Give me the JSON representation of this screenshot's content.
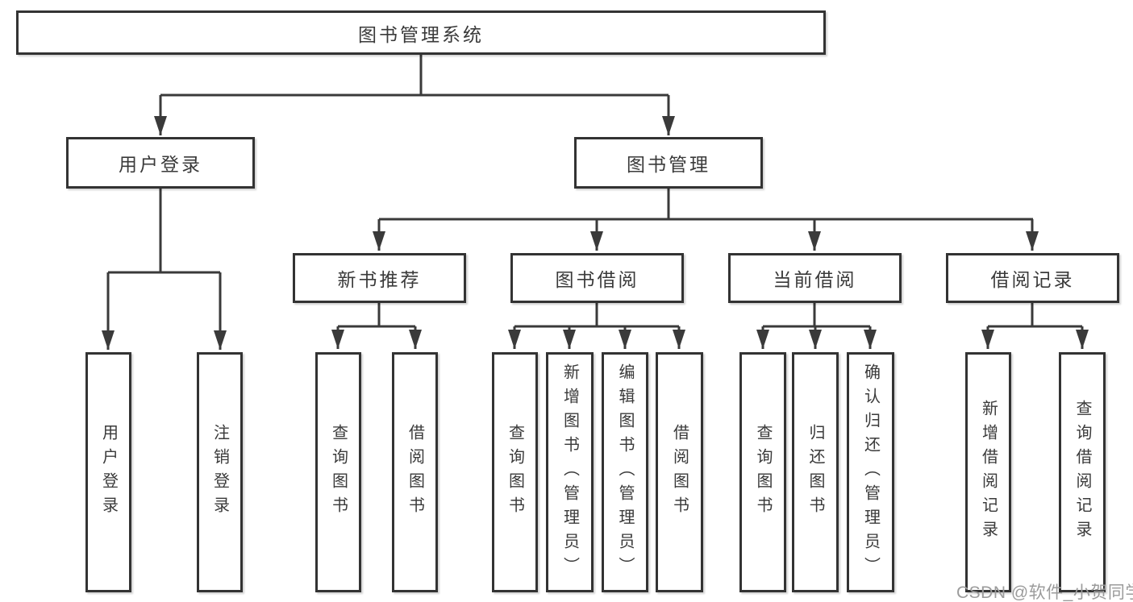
{
  "style": {
    "background": "#ffffff",
    "line_color": "#3a3a3a",
    "border_color": "#333333",
    "text_color": "#3a3a3a",
    "watermark_color": "#9b9b9b"
  },
  "diagram": {
    "root": {
      "id": "library-management-system",
      "label": "图书管理系统"
    },
    "level2": [
      {
        "id": "user-login",
        "label": "用户登录",
        "parent": "library-management-system"
      },
      {
        "id": "book-management",
        "label": "图书管理",
        "parent": "library-management-system"
      }
    ],
    "level3": [
      {
        "id": "new-book-recommend",
        "label": "新书推荐",
        "parent": "book-management"
      },
      {
        "id": "book-borrow",
        "label": "图书借阅",
        "parent": "book-management"
      },
      {
        "id": "current-borrow",
        "label": "当前借阅",
        "parent": "book-management"
      },
      {
        "id": "borrow-record",
        "label": "借阅记录",
        "parent": "book-management"
      }
    ],
    "leaves": [
      {
        "id": "user-login-leaf",
        "label": "用户登录",
        "parent": "user-login"
      },
      {
        "id": "logout-leaf",
        "label": "注销登录",
        "parent": "user-login"
      },
      {
        "id": "query-book-recommend",
        "label": "查询图书",
        "parent": "new-book-recommend"
      },
      {
        "id": "borrow-book-recommend",
        "label": "借阅图书",
        "parent": "new-book-recommend"
      },
      {
        "id": "query-book-borrow",
        "label": "查询图书",
        "parent": "book-borrow"
      },
      {
        "id": "add-book-admin",
        "label": "新增图书（管理员）",
        "parent": "book-borrow"
      },
      {
        "id": "edit-book-admin",
        "label": "编辑图书（管理员）",
        "parent": "book-borrow"
      },
      {
        "id": "borrow-book",
        "label": "借阅图书",
        "parent": "book-borrow"
      },
      {
        "id": "query-book-current",
        "label": "查询图书",
        "parent": "current-borrow"
      },
      {
        "id": "return-book",
        "label": "归还图书",
        "parent": "current-borrow"
      },
      {
        "id": "confirm-return-admin",
        "label": "确认归还（管理员）",
        "parent": "current-borrow"
      },
      {
        "id": "add-borrow-record",
        "label": "新增借阅记录",
        "parent": "borrow-record"
      },
      {
        "id": "query-borrow-record",
        "label": "查询借阅记录",
        "parent": "borrow-record"
      }
    ],
    "watermark": "CSDN @软件_小贺同学"
  }
}
